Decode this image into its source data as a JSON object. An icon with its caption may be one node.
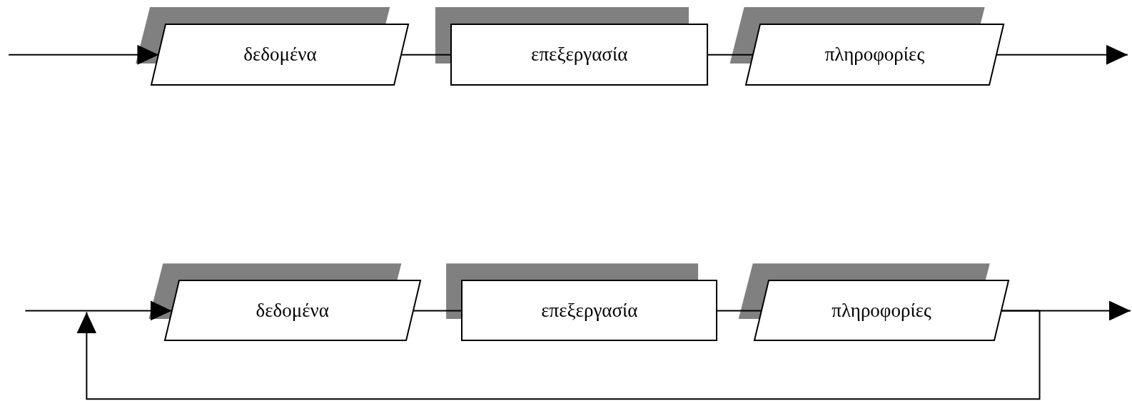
{
  "diagram": {
    "nodes": [
      {
        "text": [
          "δεδομένα"
        ]
      },
      {
        "text": [
          "επεξεργασία"
        ]
      },
      {
        "text": [
          "πληροφορίες"
        ]
      },
      {
        "text": [
          "δεδομένα"
        ]
      },
      {
        "text": [
          "επεξεργασία"
        ]
      },
      {
        "text": [
          "πληροφορίες"
        ]
      }
    ],
    "edges": [
      {
        "from": null,
        "to": 0,
        "arrow": "to"
      },
      {
        "from": 0,
        "to": 1,
        "arrow": "none"
      },
      {
        "from": 1,
        "to": 2,
        "arrow": "none"
      },
      {
        "from": 2,
        "to": null,
        "arrow": "to"
      },
      {
        "from": null,
        "to": 3,
        "arrow": "to"
      },
      {
        "from": 3,
        "to": 4,
        "arrow": "none"
      },
      {
        "from": 4,
        "to": 5,
        "arrow": "none"
      },
      {
        "from": 5,
        "to": null,
        "arrow": "to"
      },
      {
        "from": 5,
        "to": 3,
        "arrow": "to"
      }
    ]
  }
}
